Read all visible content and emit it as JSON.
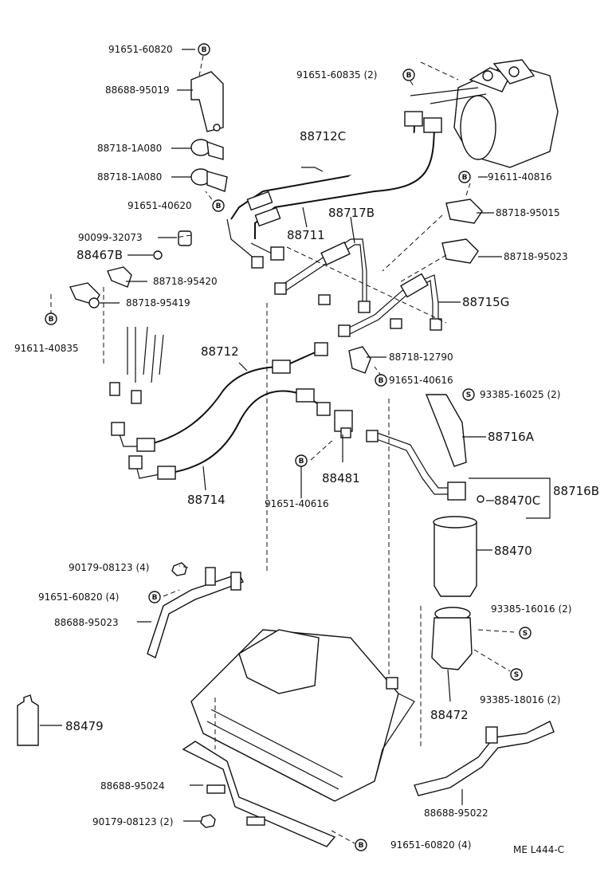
{
  "labels": {
    "l01": "91651-60820",
    "l02": "88688-95019",
    "l03": "88718-1A080",
    "l04": "88718-1A080",
    "l05": "91651-40620",
    "l06": "90099-32073",
    "l07": "88467B",
    "l08": "88718-95420",
    "l09": "88718-95419",
    "l10": "91611-40835",
    "l11": "91651-60835 (2)",
    "l12": "88712C",
    "l13": "91611-40816",
    "l14": "88718-95015",
    "l15": "88717B",
    "l16": "88711",
    "l17": "88718-95023",
    "l18": "88715G",
    "l19": "88712",
    "l20": "88718-12790",
    "l21": "91651-40616",
    "l22": "93385-16025 (2)",
    "l23": "88716A",
    "l24": "88716B",
    "l25": "88470C",
    "l26": "88481",
    "l27": "91651-40616",
    "l28": "88714",
    "l29": "88470",
    "l30": "90179-08123 (4)",
    "l31": "91651-60820 (4)",
    "l32": "88688-95023",
    "l33": "93385-16016 (2)",
    "l34": "93385-18016 (2)",
    "l35": "88472",
    "l36": "88479",
    "l37": "88688-95024",
    "l38": "90179-08123 (2)",
    "l39": "88688-95022",
    "l40": "91651-60820 (4)",
    "l41": "ME  L444-C"
  },
  "symbols": {
    "bolt": "B",
    "screw": "S"
  }
}
